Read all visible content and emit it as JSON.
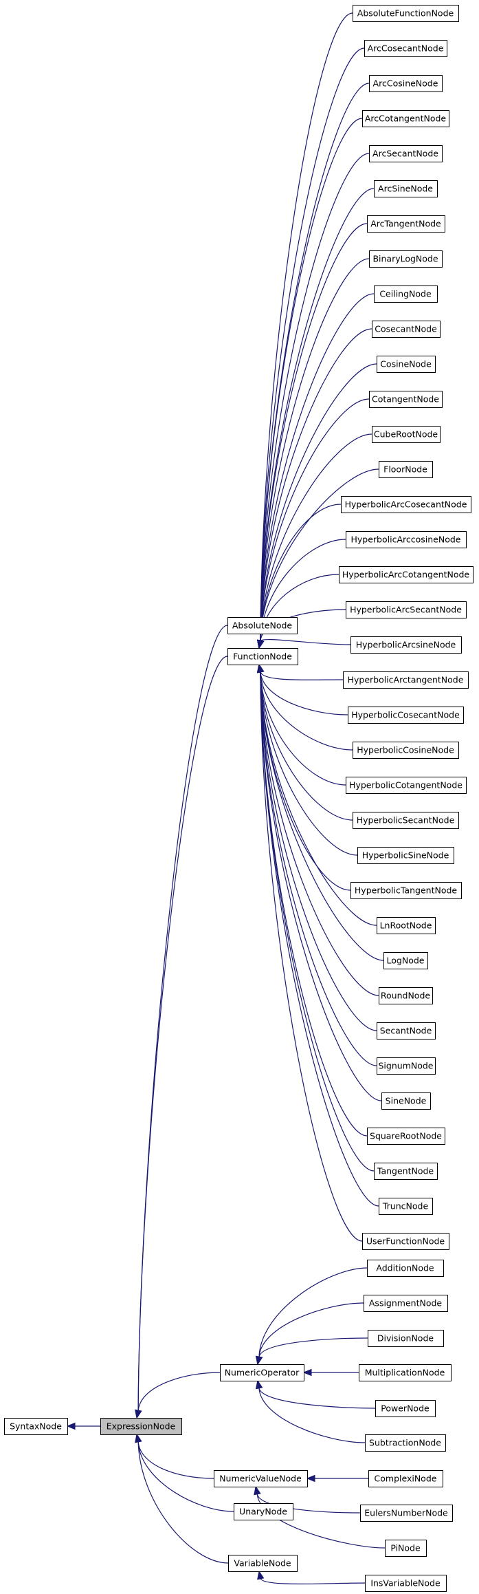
{
  "diagram": {
    "type": "class-inheritance-graph",
    "colors": {
      "edge": "#191970",
      "highlight_fill": "#bfbfbf",
      "node_border": "#000000",
      "background": "#ffffff"
    },
    "nodes": [
      {
        "id": "SyntaxNode",
        "label": "SyntaxNode"
      },
      {
        "id": "ExpressionNode",
        "label": "ExpressionNode",
        "highlight": true
      },
      {
        "id": "AbsoluteNode",
        "label": "AbsoluteNode"
      },
      {
        "id": "FunctionNode",
        "label": "FunctionNode"
      },
      {
        "id": "NumericOperator",
        "label": "NumericOperator"
      },
      {
        "id": "NumericValueNode",
        "label": "NumericValueNode"
      },
      {
        "id": "UnaryNode",
        "label": "UnaryNode"
      },
      {
        "id": "VariableNode",
        "label": "VariableNode"
      },
      {
        "id": "AbsoluteFunctionNode",
        "label": "AbsoluteFunctionNode"
      },
      {
        "id": "ArcCosecantNode",
        "label": "ArcCosecantNode"
      },
      {
        "id": "ArcCosineNode",
        "label": "ArcCosineNode"
      },
      {
        "id": "ArcCotangentNode",
        "label": "ArcCotangentNode"
      },
      {
        "id": "ArcSecantNode",
        "label": "ArcSecantNode"
      },
      {
        "id": "ArcSineNode",
        "label": "ArcSineNode"
      },
      {
        "id": "ArcTangentNode",
        "label": "ArcTangentNode"
      },
      {
        "id": "BinaryLogNode",
        "label": "BinaryLogNode"
      },
      {
        "id": "CeilingNode",
        "label": "CeilingNode"
      },
      {
        "id": "CosecantNode",
        "label": "CosecantNode"
      },
      {
        "id": "CosineNode",
        "label": "CosineNode"
      },
      {
        "id": "CotangentNode",
        "label": "CotangentNode"
      },
      {
        "id": "CubeRootNode",
        "label": "CubeRootNode"
      },
      {
        "id": "FloorNode",
        "label": "FloorNode"
      },
      {
        "id": "HyperbolicArcCosecantNode",
        "label": "HyperbolicArcCosecantNode"
      },
      {
        "id": "HyperbolicArccosineNode",
        "label": "HyperbolicArccosineNode"
      },
      {
        "id": "HyperbolicArcCotangentNode",
        "label": "HyperbolicArcCotangentNode"
      },
      {
        "id": "HyperbolicArcSecantNode",
        "label": "HyperbolicArcSecantNode"
      },
      {
        "id": "HyperbolicArcsineNode",
        "label": "HyperbolicArcsineNode"
      },
      {
        "id": "HyperbolicArctangentNode",
        "label": "HyperbolicArctangentNode"
      },
      {
        "id": "HyperbolicCosecantNode",
        "label": "HyperbolicCosecantNode"
      },
      {
        "id": "HyperbolicCosineNode",
        "label": "HyperbolicCosineNode"
      },
      {
        "id": "HyperbolicCotangentNode",
        "label": "HyperbolicCotangentNode"
      },
      {
        "id": "HyperbolicSecantNode",
        "label": "HyperbolicSecantNode"
      },
      {
        "id": "HyperbolicSineNode",
        "label": "HyperbolicSineNode"
      },
      {
        "id": "HyperbolicTangentNode",
        "label": "HyperbolicTangentNode"
      },
      {
        "id": "LnRootNode",
        "label": "LnRootNode"
      },
      {
        "id": "LogNode",
        "label": "LogNode"
      },
      {
        "id": "RoundNode",
        "label": "RoundNode"
      },
      {
        "id": "SecantNode",
        "label": "SecantNode"
      },
      {
        "id": "SignumNode",
        "label": "SignumNode"
      },
      {
        "id": "SineNode",
        "label": "SineNode"
      },
      {
        "id": "SquareRootNode",
        "label": "SquareRootNode"
      },
      {
        "id": "TangentNode",
        "label": "TangentNode"
      },
      {
        "id": "TruncNode",
        "label": "TruncNode"
      },
      {
        "id": "UserFunctionNode",
        "label": "UserFunctionNode"
      },
      {
        "id": "AdditionNode",
        "label": "AdditionNode"
      },
      {
        "id": "AssignmentNode",
        "label": "AssignmentNode"
      },
      {
        "id": "DivisionNode",
        "label": "DivisionNode"
      },
      {
        "id": "MultiplicationNode",
        "label": "MultiplicationNode"
      },
      {
        "id": "PowerNode",
        "label": "PowerNode"
      },
      {
        "id": "SubtractionNode",
        "label": "SubtractionNode"
      },
      {
        "id": "ComplexiNode",
        "label": "ComplexiNode"
      },
      {
        "id": "EulersNumberNode",
        "label": "EulersNumberNode"
      },
      {
        "id": "PiNode",
        "label": "PiNode"
      },
      {
        "id": "InsVariableNode",
        "label": "InsVariableNode"
      }
    ],
    "edges": [
      {
        "from": "ExpressionNode",
        "to": "SyntaxNode"
      },
      {
        "from": "AbsoluteNode",
        "to": "ExpressionNode"
      },
      {
        "from": "FunctionNode",
        "to": "ExpressionNode"
      },
      {
        "from": "NumericOperator",
        "to": "ExpressionNode"
      },
      {
        "from": "NumericValueNode",
        "to": "ExpressionNode"
      },
      {
        "from": "UnaryNode",
        "to": "ExpressionNode"
      },
      {
        "from": "VariableNode",
        "to": "ExpressionNode"
      },
      {
        "from": "AbsoluteFunctionNode",
        "to": "FunctionNode"
      },
      {
        "from": "ArcCosecantNode",
        "to": "FunctionNode"
      },
      {
        "from": "ArcCosineNode",
        "to": "FunctionNode"
      },
      {
        "from": "ArcCotangentNode",
        "to": "FunctionNode"
      },
      {
        "from": "ArcSecantNode",
        "to": "FunctionNode"
      },
      {
        "from": "ArcSineNode",
        "to": "FunctionNode"
      },
      {
        "from": "ArcTangentNode",
        "to": "FunctionNode"
      },
      {
        "from": "BinaryLogNode",
        "to": "FunctionNode"
      },
      {
        "from": "CeilingNode",
        "to": "FunctionNode"
      },
      {
        "from": "CosecantNode",
        "to": "FunctionNode"
      },
      {
        "from": "CosineNode",
        "to": "FunctionNode"
      },
      {
        "from": "CotangentNode",
        "to": "FunctionNode"
      },
      {
        "from": "CubeRootNode",
        "to": "FunctionNode"
      },
      {
        "from": "FloorNode",
        "to": "FunctionNode"
      },
      {
        "from": "HyperbolicArcCosecantNode",
        "to": "FunctionNode"
      },
      {
        "from": "HyperbolicArccosineNode",
        "to": "FunctionNode"
      },
      {
        "from": "HyperbolicArcCotangentNode",
        "to": "FunctionNode"
      },
      {
        "from": "HyperbolicArcSecantNode",
        "to": "FunctionNode"
      },
      {
        "from": "HyperbolicArcsineNode",
        "to": "FunctionNode"
      },
      {
        "from": "HyperbolicArctangentNode",
        "to": "FunctionNode"
      },
      {
        "from": "HyperbolicCosecantNode",
        "to": "FunctionNode"
      },
      {
        "from": "HyperbolicCosineNode",
        "to": "FunctionNode"
      },
      {
        "from": "HyperbolicCotangentNode",
        "to": "FunctionNode"
      },
      {
        "from": "HyperbolicSecantNode",
        "to": "FunctionNode"
      },
      {
        "from": "HyperbolicSineNode",
        "to": "FunctionNode"
      },
      {
        "from": "HyperbolicTangentNode",
        "to": "FunctionNode"
      },
      {
        "from": "LnRootNode",
        "to": "FunctionNode"
      },
      {
        "from": "LogNode",
        "to": "FunctionNode"
      },
      {
        "from": "RoundNode",
        "to": "FunctionNode"
      },
      {
        "from": "SecantNode",
        "to": "FunctionNode"
      },
      {
        "from": "SignumNode",
        "to": "FunctionNode"
      },
      {
        "from": "SineNode",
        "to": "FunctionNode"
      },
      {
        "from": "SquareRootNode",
        "to": "FunctionNode"
      },
      {
        "from": "TangentNode",
        "to": "FunctionNode"
      },
      {
        "from": "TruncNode",
        "to": "FunctionNode"
      },
      {
        "from": "UserFunctionNode",
        "to": "FunctionNode"
      },
      {
        "from": "AdditionNode",
        "to": "NumericOperator"
      },
      {
        "from": "AssignmentNode",
        "to": "NumericOperator"
      },
      {
        "from": "DivisionNode",
        "to": "NumericOperator"
      },
      {
        "from": "MultiplicationNode",
        "to": "NumericOperator"
      },
      {
        "from": "PowerNode",
        "to": "NumericOperator"
      },
      {
        "from": "SubtractionNode",
        "to": "NumericOperator"
      },
      {
        "from": "ComplexiNode",
        "to": "NumericValueNode"
      },
      {
        "from": "EulersNumberNode",
        "to": "NumericValueNode"
      },
      {
        "from": "PiNode",
        "to": "NumericValueNode"
      },
      {
        "from": "InsVariableNode",
        "to": "VariableNode"
      }
    ]
  }
}
